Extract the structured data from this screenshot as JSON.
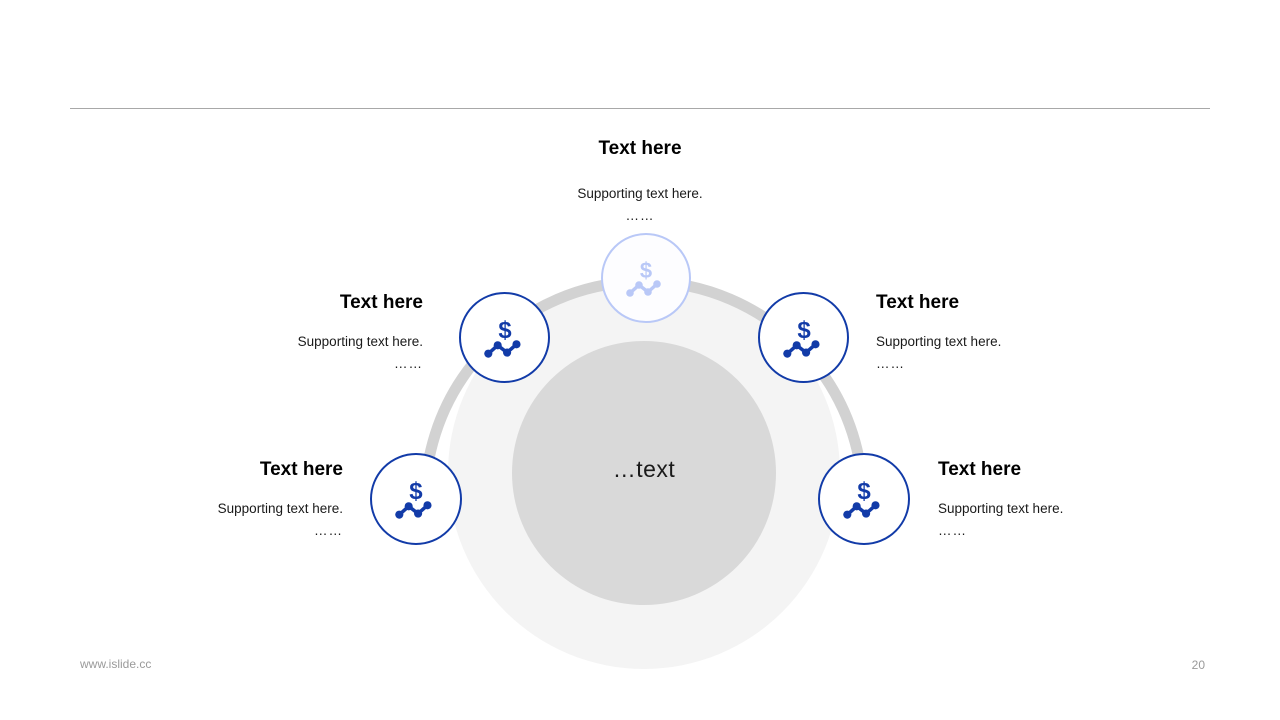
{
  "slide": {
    "center_label": "…text",
    "footer_site": "www.islide.cc",
    "page_number": "20"
  },
  "colors": {
    "primary_blue": "#123ba8",
    "accent_blue": "#b9c8f7",
    "arc_gray": "#d2d2d2",
    "center_gray": "#d9d9d9",
    "halo_gray": "#f4f4f4",
    "rule_gray": "#a8a8a8",
    "footer_gray": "#9a9a9a"
  },
  "nodes": [
    {
      "id": "top",
      "icon": "dollar-line-chart-icon",
      "variant": "accent"
    },
    {
      "id": "left-up",
      "icon": "dollar-line-chart-icon",
      "variant": "primary"
    },
    {
      "id": "right-up",
      "icon": "dollar-line-chart-icon",
      "variant": "primary"
    },
    {
      "id": "left-down",
      "icon": "dollar-line-chart-icon",
      "variant": "primary"
    },
    {
      "id": "right-down",
      "icon": "dollar-line-chart-icon",
      "variant": "primary"
    }
  ],
  "blocks": {
    "top": {
      "title": "Text here",
      "subtitle": "Supporting text here.",
      "dots": "……"
    },
    "left_up": {
      "title": "Text here",
      "subtitle": "Supporting text here.",
      "dots": "……"
    },
    "right_up": {
      "title": "Text here",
      "subtitle": "Supporting text here.",
      "dots": "……"
    },
    "left_down": {
      "title": "Text here",
      "subtitle": "Supporting text here.",
      "dots": "……"
    },
    "right_down": {
      "title": "Text here",
      "subtitle": "Supporting text here.",
      "dots": "……"
    }
  }
}
